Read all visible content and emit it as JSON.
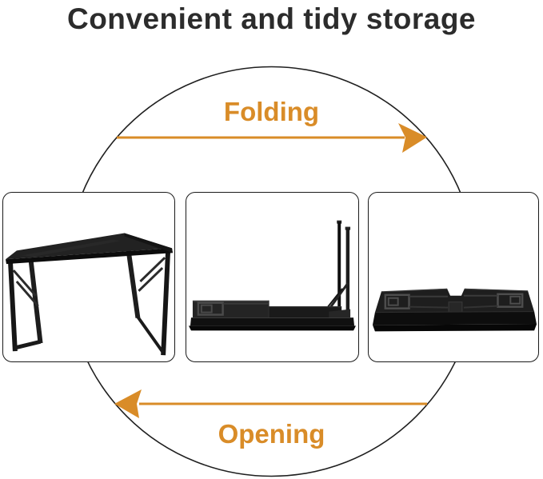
{
  "page": {
    "title": "Convenient and tidy storage"
  },
  "cycle": {
    "folding_label": "Folding",
    "opening_label": "Opening"
  },
  "panels": [
    {
      "name": "table-unfolded-photo",
      "alt": "table fully assembled"
    },
    {
      "name": "table-half-folded-photo",
      "alt": "table flipped with one leg frame folded, one upright"
    },
    {
      "name": "table-folded-flat-photo",
      "alt": "table fully folded flat"
    }
  ],
  "colors": {
    "accent_orange": "#d98c28",
    "circle_line": "#1f1f1f",
    "title_text": "#2c2c2c",
    "panel_border": "#1a1a1a",
    "table_black": "#1a1a1a",
    "background": "#ffffff"
  }
}
